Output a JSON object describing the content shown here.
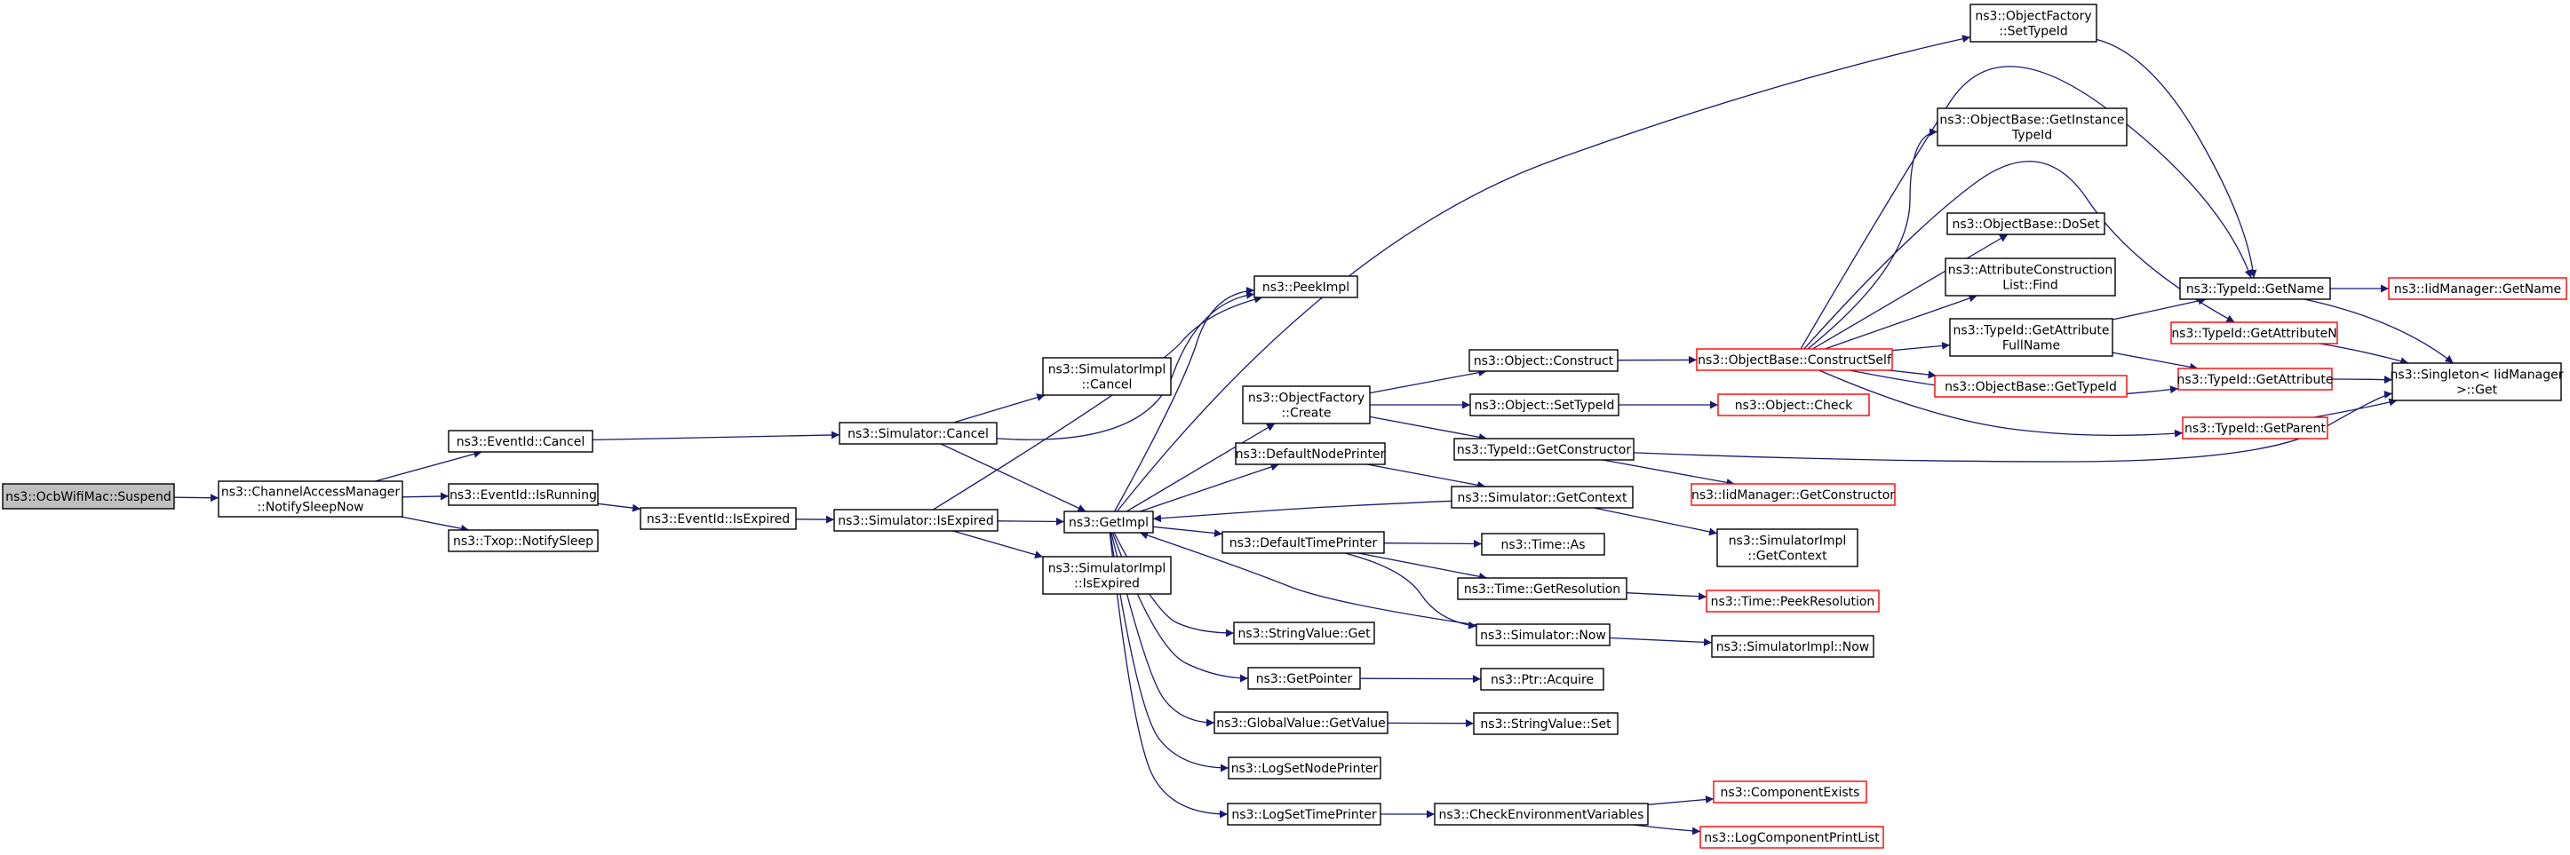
{
  "nodes": [
    {
      "id": "suspend",
      "lines": [
        "ns3::OcbWifiMac::Suspend"
      ],
      "style": "root"
    },
    {
      "id": "notify_sleep_now",
      "lines": [
        "ns3::ChannelAccessManager",
        "::NotifySleepNow"
      ],
      "style": "normal"
    },
    {
      "id": "eventid_cancel",
      "lines": [
        "ns3::EventId::Cancel"
      ],
      "style": "normal"
    },
    {
      "id": "eventid_isrunning",
      "lines": [
        "ns3::EventId::IsRunning"
      ],
      "style": "normal"
    },
    {
      "id": "txop_notifysleep",
      "lines": [
        "ns3::Txop::NotifySleep"
      ],
      "style": "normal"
    },
    {
      "id": "eventid_isexpired",
      "lines": [
        "ns3::EventId::IsExpired"
      ],
      "style": "normal"
    },
    {
      "id": "simulator_cancel",
      "lines": [
        "ns3::Simulator::Cancel"
      ],
      "style": "normal"
    },
    {
      "id": "simulator_isexpired",
      "lines": [
        "ns3::Simulator::IsExpired"
      ],
      "style": "normal"
    },
    {
      "id": "simimpl_cancel",
      "lines": [
        "ns3::SimulatorImpl",
        "::Cancel"
      ],
      "style": "normal"
    },
    {
      "id": "simimpl_isexpired",
      "lines": [
        "ns3::SimulatorImpl",
        "::IsExpired"
      ],
      "style": "normal"
    },
    {
      "id": "getimpl",
      "lines": [
        "ns3::GetImpl"
      ],
      "style": "normal"
    },
    {
      "id": "peekimpl",
      "lines": [
        "ns3::PeekImpl"
      ],
      "style": "normal"
    },
    {
      "id": "objfactory_create",
      "lines": [
        "ns3::ObjectFactory",
        "::Create"
      ],
      "style": "normal"
    },
    {
      "id": "defaultnodeprinter",
      "lines": [
        "ns3::DefaultNodePrinter"
      ],
      "style": "normal"
    },
    {
      "id": "defaulttimeprinter",
      "lines": [
        "ns3::DefaultTimePrinter"
      ],
      "style": "normal"
    },
    {
      "id": "stringvalue_get",
      "lines": [
        "ns3::StringValue::Get"
      ],
      "style": "normal"
    },
    {
      "id": "getpointer",
      "lines": [
        "ns3::GetPointer"
      ],
      "style": "normal"
    },
    {
      "id": "globalvalue_getvalue",
      "lines": [
        "ns3::GlobalValue::GetValue"
      ],
      "style": "normal"
    },
    {
      "id": "logsetnodeprinter",
      "lines": [
        "ns3::LogSetNodePrinter"
      ],
      "style": "normal"
    },
    {
      "id": "logsettimeprinter",
      "lines": [
        "ns3::LogSetTimePrinter"
      ],
      "style": "normal"
    },
    {
      "id": "object_construct",
      "lines": [
        "ns3::Object::Construct"
      ],
      "style": "normal"
    },
    {
      "id": "object_settypeid",
      "lines": [
        "ns3::Object::SetTypeId"
      ],
      "style": "normal"
    },
    {
      "id": "typeid_getconstructor",
      "lines": [
        "ns3::TypeId::GetConstructor"
      ],
      "style": "normal"
    },
    {
      "id": "simulator_getcontext",
      "lines": [
        "ns3::Simulator::GetContext"
      ],
      "style": "normal"
    },
    {
      "id": "time_as",
      "lines": [
        "ns3::Time::As"
      ],
      "style": "normal"
    },
    {
      "id": "time_getresolution",
      "lines": [
        "ns3::Time::GetResolution"
      ],
      "style": "normal"
    },
    {
      "id": "simulator_now",
      "lines": [
        "ns3::Simulator::Now"
      ],
      "style": "normal"
    },
    {
      "id": "ptr_acquire",
      "lines": [
        "ns3::Ptr::Acquire"
      ],
      "style": "normal"
    },
    {
      "id": "stringvalue_set",
      "lines": [
        "ns3::StringValue::Set"
      ],
      "style": "normal"
    },
    {
      "id": "checkenv",
      "lines": [
        "ns3::CheckEnvironmentVariables"
      ],
      "style": "normal"
    },
    {
      "id": "objfactory_settypeid",
      "lines": [
        "ns3::ObjectFactory",
        "::SetTypeId"
      ],
      "style": "normal"
    },
    {
      "id": "objbase_constructself",
      "lines": [
        "ns3::ObjectBase::ConstructSelf"
      ],
      "style": "missing"
    },
    {
      "id": "object_check",
      "lines": [
        "ns3::Object::Check"
      ],
      "style": "missing"
    },
    {
      "id": "iidmanager_getconstructor",
      "lines": [
        "ns3::IidManager::GetConstructor"
      ],
      "style": "missing"
    },
    {
      "id": "simimpl_getcontext",
      "lines": [
        "ns3::SimulatorImpl",
        "::GetContext"
      ],
      "style": "normal"
    },
    {
      "id": "time_peekresolution",
      "lines": [
        "ns3::Time::PeekResolution"
      ],
      "style": "missing"
    },
    {
      "id": "simimpl_now",
      "lines": [
        "ns3::SimulatorImpl::Now"
      ],
      "style": "normal"
    },
    {
      "id": "componentexists",
      "lines": [
        "ns3::ComponentExists"
      ],
      "style": "missing"
    },
    {
      "id": "logcomponentprintlist",
      "lines": [
        "ns3::LogComponentPrintList"
      ],
      "style": "missing"
    },
    {
      "id": "objbase_getinstancetypeid",
      "lines": [
        "ns3::ObjectBase::GetInstance",
        "TypeId"
      ],
      "style": "normal"
    },
    {
      "id": "objbase_doset",
      "lines": [
        "ns3::ObjectBase::DoSet"
      ],
      "style": "normal"
    },
    {
      "id": "attrconstructionlist_find",
      "lines": [
        "ns3::AttributeConstruction",
        "List::Find"
      ],
      "style": "normal"
    },
    {
      "id": "typeid_getattributefullname",
      "lines": [
        "ns3::TypeId::GetAttribute",
        "FullName"
      ],
      "style": "normal"
    },
    {
      "id": "objbase_gettypeid",
      "lines": [
        "ns3::ObjectBase::GetTypeId"
      ],
      "style": "missing"
    },
    {
      "id": "typeid_getname",
      "lines": [
        "ns3::TypeId::GetName"
      ],
      "style": "normal"
    },
    {
      "id": "typeid_getattributen",
      "lines": [
        "ns3::TypeId::GetAttributeN"
      ],
      "style": "missing"
    },
    {
      "id": "typeid_getattribute",
      "lines": [
        "ns3::TypeId::GetAttribute"
      ],
      "style": "missing"
    },
    {
      "id": "typeid_getparent",
      "lines": [
        "ns3::TypeId::GetParent"
      ],
      "style": "missing"
    },
    {
      "id": "iidmanager_getname",
      "lines": [
        "ns3::IidManager::GetName"
      ],
      "style": "missing"
    },
    {
      "id": "singleton_get",
      "lines": [
        "ns3::Singleton< IidManager",
        " >::Get"
      ],
      "style": "normal"
    }
  ],
  "edges": [
    [
      "suspend",
      "notify_sleep_now"
    ],
    [
      "notify_sleep_now",
      "eventid_cancel"
    ],
    [
      "notify_sleep_now",
      "eventid_isrunning"
    ],
    [
      "notify_sleep_now",
      "txop_notifysleep"
    ],
    [
      "eventid_cancel",
      "simulator_cancel"
    ],
    [
      "eventid_isrunning",
      "eventid_isexpired"
    ],
    [
      "eventid_isexpired",
      "simulator_isexpired"
    ],
    [
      "simulator_cancel",
      "simimpl_cancel"
    ],
    [
      "simulator_cancel",
      "getimpl"
    ],
    [
      "simulator_cancel",
      "peekimpl"
    ],
    [
      "simulator_isexpired",
      "getimpl"
    ],
    [
      "simulator_isexpired",
      "simimpl_isexpired"
    ],
    [
      "simulator_isexpired",
      "peekimpl"
    ],
    [
      "getimpl",
      "peekimpl"
    ],
    [
      "getimpl",
      "objfactory_settypeid"
    ],
    [
      "getimpl",
      "objfactory_create"
    ],
    [
      "getimpl",
      "defaultnodeprinter"
    ],
    [
      "getimpl",
      "defaulttimeprinter"
    ],
    [
      "getimpl",
      "stringvalue_get"
    ],
    [
      "getimpl",
      "getpointer"
    ],
    [
      "getimpl",
      "globalvalue_getvalue"
    ],
    [
      "getimpl",
      "logsetnodeprinter"
    ],
    [
      "getimpl",
      "logsettimeprinter"
    ],
    [
      "simulator_getcontext",
      "getimpl"
    ],
    [
      "simulator_now",
      "getimpl"
    ],
    [
      "objfactory_create",
      "object_construct"
    ],
    [
      "objfactory_create",
      "object_settypeid"
    ],
    [
      "objfactory_create",
      "typeid_getconstructor"
    ],
    [
      "defaultnodeprinter",
      "simulator_getcontext"
    ],
    [
      "defaulttimeprinter",
      "time_as"
    ],
    [
      "defaulttimeprinter",
      "time_getresolution"
    ],
    [
      "defaulttimeprinter",
      "simulator_now"
    ],
    [
      "getpointer",
      "ptr_acquire"
    ],
    [
      "globalvalue_getvalue",
      "stringvalue_set"
    ],
    [
      "logsettimeprinter",
      "checkenv"
    ],
    [
      "object_construct",
      "objbase_constructself"
    ],
    [
      "object_settypeid",
      "object_check"
    ],
    [
      "typeid_getconstructor",
      "iidmanager_getconstructor"
    ],
    [
      "typeid_getconstructor",
      "singleton_get"
    ],
    [
      "simulator_getcontext",
      "simimpl_getcontext"
    ],
    [
      "time_getresolution",
      "time_peekresolution"
    ],
    [
      "simulator_now",
      "simimpl_now"
    ],
    [
      "checkenv",
      "componentexists"
    ],
    [
      "checkenv",
      "logcomponentprintlist"
    ],
    [
      "objbase_constructself",
      "objbase_getinstancetypeid"
    ],
    [
      "objbase_constructself",
      "objbase_doset"
    ],
    [
      "objbase_constructself",
      "attrconstructionlist_find"
    ],
    [
      "objbase_constructself",
      "typeid_getattributefullname"
    ],
    [
      "objbase_constructself",
      "objbase_gettypeid"
    ],
    [
      "objbase_constructself",
      "typeid_getname"
    ],
    [
      "objbase_constructself",
      "typeid_getattributen"
    ],
    [
      "objbase_constructself",
      "typeid_getattribute"
    ],
    [
      "objbase_constructself",
      "typeid_getparent"
    ],
    [
      "objfactory_settypeid",
      "typeid_getname"
    ],
    [
      "typeid_getattributefullname",
      "typeid_getname"
    ],
    [
      "typeid_getattributefullname",
      "typeid_getattribute"
    ],
    [
      "typeid_getname",
      "iidmanager_getname"
    ],
    [
      "typeid_getname",
      "singleton_get"
    ],
    [
      "typeid_getattributen",
      "singleton_get"
    ],
    [
      "typeid_getattribute",
      "singleton_get"
    ],
    [
      "typeid_getparent",
      "singleton_get"
    ]
  ],
  "colors": {
    "edge": "#191970",
    "node_border": "#000000",
    "missing_border": "#ff0000",
    "root_fill": "#bfbfbf"
  }
}
